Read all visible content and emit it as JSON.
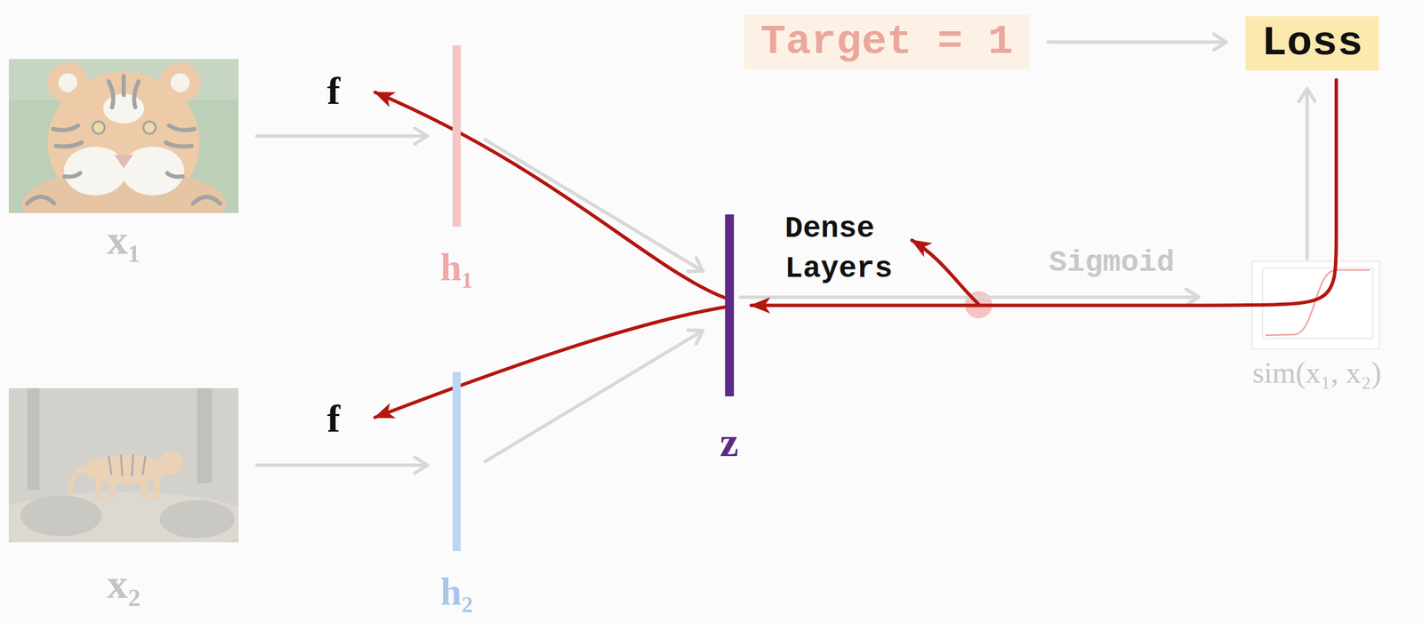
{
  "diagram": {
    "nodes": [
      {
        "text": [
          "Target = 1"
        ]
      },
      {
        "text": [
          "Loss"
        ]
      },
      {
        "text": [
          "x₁"
        ]
      },
      {
        "text": [
          "h₁"
        ]
      },
      {
        "text": [
          "z"
        ]
      },
      {
        "text": [
          "sim(x₁, x₂)"
        ]
      },
      {
        "text": [
          "x₂"
        ]
      },
      {
        "text": [
          "h₂"
        ]
      }
    ],
    "edges": [
      {
        "from": 0,
        "to": 1,
        "arrow": "to"
      },
      {
        "from": 2,
        "to": 3,
        "arrow": "to"
      },
      {
        "from": 6,
        "to": 7,
        "arrow": "to"
      },
      {
        "from": 3,
        "to": 4,
        "arrow": "to"
      },
      {
        "from": 7,
        "to": 4,
        "arrow": "to"
      },
      {
        "from": 4,
        "to": 5,
        "label": "Sigmoid",
        "arrow": "to"
      },
      {
        "from": 5,
        "to": 1,
        "arrow": "to"
      },
      {
        "from": 1,
        "to": 4,
        "arrow": "to"
      }
    ],
    "labels": [
      "f",
      "f",
      "Dense Layers"
    ]
  }
}
